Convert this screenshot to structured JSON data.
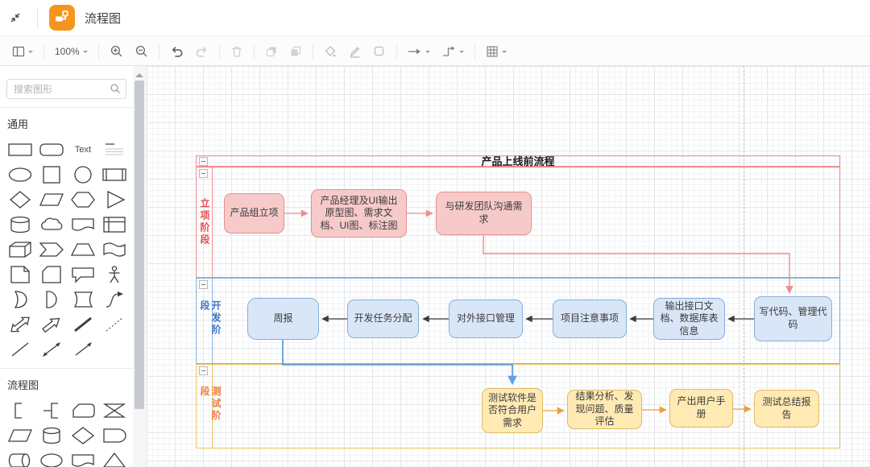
{
  "header": {
    "title": "流程图"
  },
  "toolbar": {
    "zoom_level": "100%",
    "tools": [
      "page-view",
      "zoom-level",
      "zoom-in",
      "zoom-out",
      "undo",
      "redo",
      "delete",
      "to-front",
      "to-back",
      "fill-color",
      "line-color",
      "shadow",
      "arrow-style",
      "connector-style",
      "grid"
    ]
  },
  "sidebar": {
    "search_placeholder": "搜索图形",
    "general_section_label": "通用",
    "flowchart_section_label": "流程图",
    "text_shape_label": "Text",
    "general_shapes": [
      "rectangle",
      "rounded-rectangle",
      "text",
      "heading",
      "ellipse",
      "square",
      "circle",
      "process",
      "diamond",
      "parallelogram",
      "hexagon",
      "triangle",
      "cylinder",
      "cloud",
      "document",
      "internal-storage",
      "cube",
      "step",
      "trapezoid",
      "tape",
      "note",
      "card",
      "callout",
      "actor",
      "or",
      "and",
      "data-storage",
      "curved-arrow",
      "bidirectional-arrow",
      "arrow",
      "thick-line",
      "dashed-line",
      "line",
      "double-arrow-line",
      "arrow-line"
    ],
    "flowchart_shapes": [
      "left-bracket",
      "annotation",
      "card",
      "collate",
      "parallelogram",
      "database",
      "decision",
      "delay",
      "direct-access-storage",
      "ellipse",
      "document",
      "extract"
    ]
  },
  "diagram": {
    "pool_title": "产品上线前流程",
    "lanes": [
      {
        "label": "立项阶段",
        "color": "#e84c4c",
        "nodes": [
          "产品组立项",
          "产品经理及UI输出原型图、需求文档、UI图、标注图",
          "与研发团队沟通需求"
        ]
      },
      {
        "label": "开发阶段",
        "color": "#3f74c4",
        "nodes": [
          "周报",
          "开发任务分配",
          "对外接口管理",
          "项目注意事项",
          "输出接口文档、数据库表信息",
          "写代码、管理代码"
        ]
      },
      {
        "label": "测试阶段",
        "color": "#ee7e3e",
        "nodes": [
          "测试软件是否符合用户需求",
          "结果分析、发现问题、质量评估",
          "产出用户手册",
          "测试总结报告"
        ]
      }
    ],
    "edges": [
      {
        "from": "0.0",
        "to": "0.1",
        "color": "#ec8f8f"
      },
      {
        "from": "0.1",
        "to": "0.2",
        "color": "#ec8f8f"
      },
      {
        "from": "0.2",
        "to": "1.5",
        "color": "#ec8f8f"
      },
      {
        "from": "1.5",
        "to": "1.4",
        "color": "#3c3c3c"
      },
      {
        "from": "1.4",
        "to": "1.3",
        "color": "#3c3c3c"
      },
      {
        "from": "1.3",
        "to": "1.2",
        "color": "#3c3c3c"
      },
      {
        "from": "1.2",
        "to": "1.1",
        "color": "#3c3c3c"
      },
      {
        "from": "1.1",
        "to": "1.0",
        "color": "#3c3c3c"
      },
      {
        "from": "1.0",
        "to": "2.0",
        "color": "#61a1e3"
      },
      {
        "from": "2.0",
        "to": "2.1",
        "color": "#e9a23b"
      },
      {
        "from": "2.1",
        "to": "2.2",
        "color": "#e9a23b"
      },
      {
        "from": "2.2",
        "to": "2.3",
        "color": "#e9a23b"
      }
    ],
    "colors": {
      "lane1_fill": "#f7caca",
      "lane1_stroke": "#e58f8f",
      "lane2_fill": "#d9e6f8",
      "lane2_stroke": "#87add9",
      "lane3_fill": "#ffeab4",
      "lane3_stroke": "#e3b963"
    }
  },
  "brand_color": "#f7941e"
}
